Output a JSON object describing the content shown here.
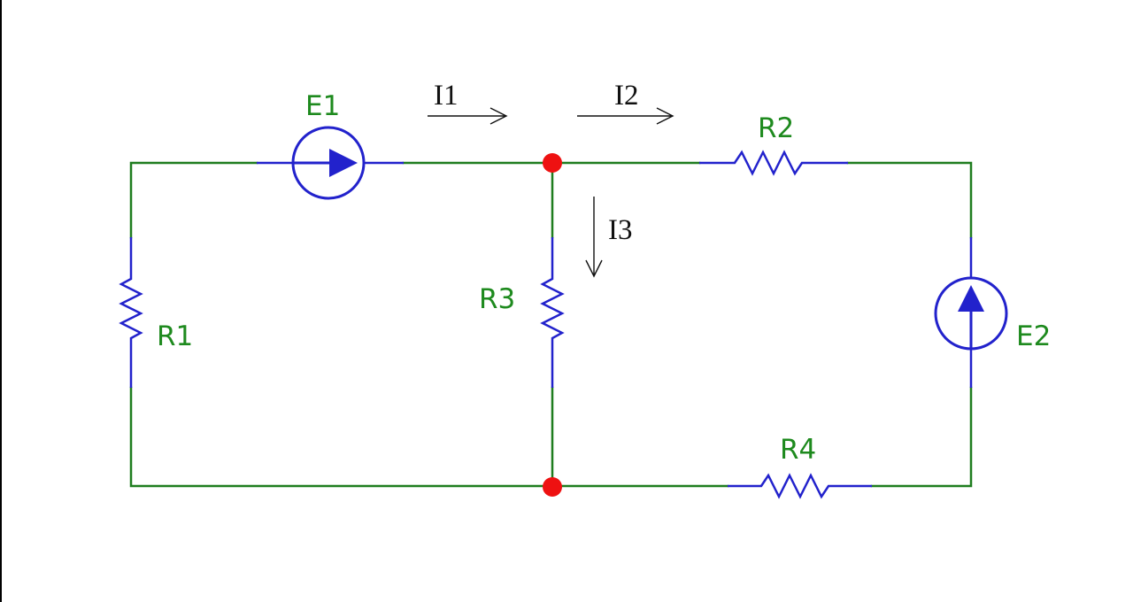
{
  "diagram": {
    "components": {
      "E1": "E1",
      "E2": "E2",
      "R1": "R1",
      "R2": "R2",
      "R3": "R3",
      "R4": "R4"
    },
    "currents": {
      "I1": "I1",
      "I2": "I2",
      "I3": "I3"
    },
    "colors": {
      "wire": "#1f7d1f",
      "component": "#2222cc",
      "node": "#ee1111",
      "label": "#1e8a1e",
      "current_label": "#111111"
    }
  }
}
